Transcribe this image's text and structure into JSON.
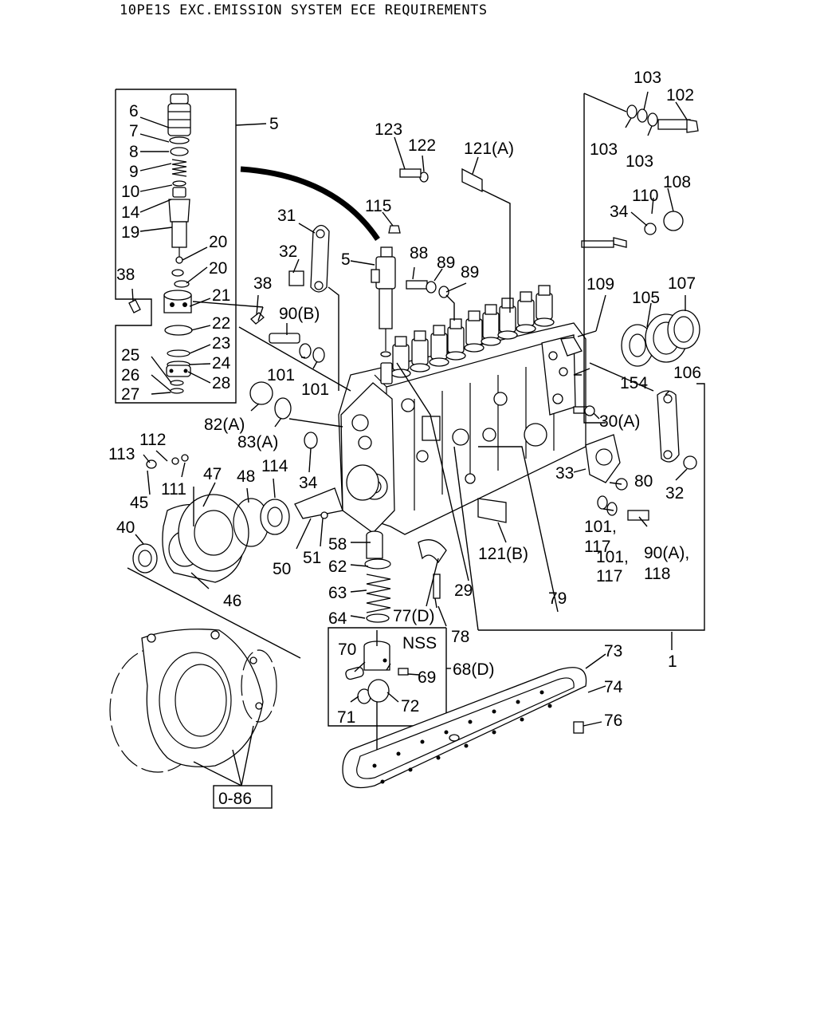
{
  "title": "10PE1S EXC.EMISSION SYSTEM ECE REQUIREMENTS",
  "reference_box": "0-86",
  "labels": {
    "l6": "6",
    "l7": "7",
    "l8": "8",
    "l9": "9",
    "l10": "10",
    "l14": "14",
    "l19": "19",
    "l5a": "5",
    "l20a": "20",
    "l20b": "20",
    "l21": "21",
    "l38a": "38",
    "l38b": "38",
    "l22": "22",
    "l23": "23",
    "l24": "24",
    "l25": "25",
    "l26": "26",
    "l27": "27",
    "l28": "28",
    "l123": "123",
    "l122": "122",
    "l121a": "121(A)",
    "l103a": "103",
    "l102": "102",
    "l103b": "103",
    "l103c": "103",
    "l110": "110",
    "l108": "108",
    "l34a": "34",
    "l115": "115",
    "l31": "31",
    "l32a": "32",
    "l5b": "5",
    "l88": "88",
    "l89a": "89",
    "l89b": "89",
    "l109": "109",
    "l105": "105",
    "l107": "107",
    "l90b": "90(B)",
    "l101a": "101",
    "l101b": "101",
    "l106": "106",
    "l154": "154",
    "l30a": "30(A)",
    "l82a": "82(A)",
    "l83a": "83(A)",
    "l112": "112",
    "l113": "113",
    "l111": "111",
    "l47": "47",
    "l48": "48",
    "l114": "114",
    "l34b": "34",
    "l33": "33",
    "l80": "80",
    "l32b": "32",
    "l45": "45",
    "l40": "40",
    "l101c": "101,",
    "l117a": "117",
    "l101d": "101,",
    "l117b": "117",
    "l90a": "90(A),",
    "l118": "118",
    "l121b": "121(B)",
    "l58": "58",
    "l62": "62",
    "l63": "63",
    "l50": "50",
    "l51": "51",
    "l46": "46",
    "l29": "29",
    "l77d": "77(D)",
    "l79": "79",
    "l64": "64",
    "l78": "78",
    "l70": "70",
    "lnss": "NSS",
    "l69": "69",
    "l68d": "68(D)",
    "l73": "73",
    "l74": "74",
    "l1": "1",
    "l71": "71",
    "l72": "72",
    "l76": "76"
  }
}
